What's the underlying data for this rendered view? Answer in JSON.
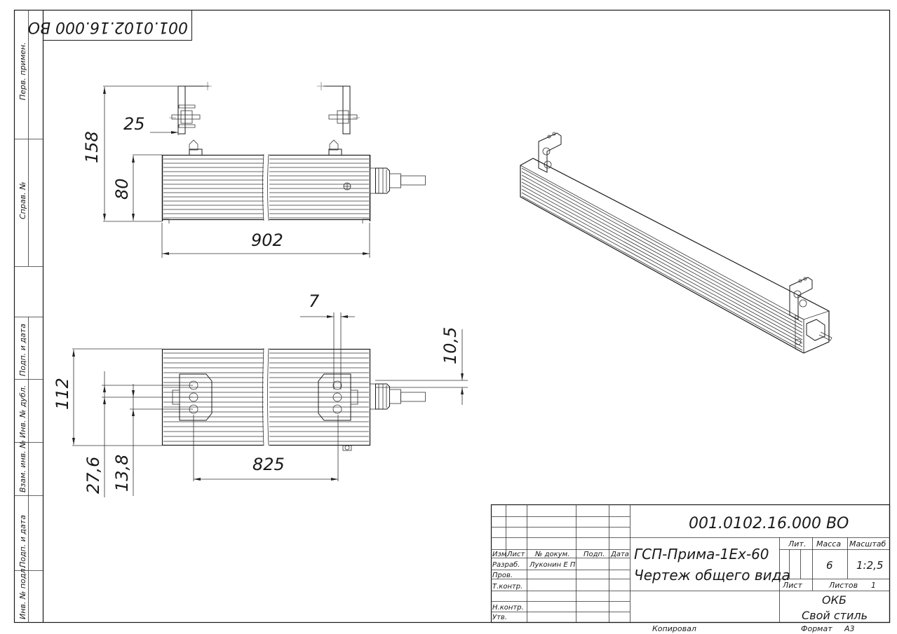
{
  "drawing": {
    "doc_number": "001.0102.16.000 ВО",
    "doc_number_rotated": "001.0102.16.000 ВО",
    "product_name": "ГСП-Прима-1Ех-60",
    "drawing_type": "Чертеж общего вида"
  },
  "side_strip": {
    "perv_primen": "Перв. примен.",
    "sprav_no": "Справ. №",
    "podp_data_1": "Подп. и дата",
    "inv_dubl": "Инв. № дубл.",
    "vzam_inv": "Взам. инв. №",
    "podp_data_2": "Подп. и дата",
    "inv_podl": "Инв. № подл."
  },
  "dimensions": {
    "top_view": {
      "d25": "25",
      "d158": "158",
      "d80": "80",
      "d902": "902"
    },
    "bottom_view": {
      "d7": "7",
      "d10_5": "10,5",
      "d112": "112",
      "d27_6": "27,6",
      "d13_8": "13,8",
      "d825": "825"
    }
  },
  "title_block": {
    "izm": "Изм.",
    "list": "Лист",
    "no_dokum": "№ докум.",
    "podp": "Подп.",
    "data": "Дата",
    "razrab": "Разраб.",
    "razrab_name": "Луконин Е П",
    "prov": "Пров.",
    "t_kontr": "Т.контр.",
    "n_kontr": "Н.контр.",
    "utv": "Утв.",
    "lit": "Лит.",
    "massa": "Масса",
    "masshtab": "Масштаб",
    "massa_value": "6",
    "masshtab_value": "1:2,5",
    "list_label": "Лист",
    "listov_label": "Листов",
    "listov_value": "1",
    "org_line1": "ОКБ",
    "org_line2": "Свой стиль"
  },
  "footer": {
    "kopiroval": "Копировал",
    "format_label": "Формат",
    "format_value": "А3"
  }
}
